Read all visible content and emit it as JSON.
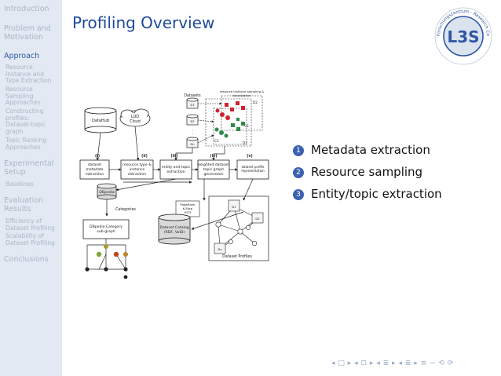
{
  "sidebar": {
    "items": [
      {
        "label": "Introduction"
      },
      {
        "label": "Problem and"
      },
      {
        "label": "Motivation"
      },
      {
        "label": "Approach"
      },
      {
        "label": "Resource"
      },
      {
        "label": "Instance and"
      },
      {
        "label": "Type Extraction"
      },
      {
        "label": "Resource"
      },
      {
        "label": "Sampling"
      },
      {
        "label": "Approaches"
      },
      {
        "label": "Constructing"
      },
      {
        "label": "profiles:"
      },
      {
        "label": "Dataset-topic"
      },
      {
        "label": "graph"
      },
      {
        "label": "Topic Ranking"
      },
      {
        "label": "Approaches"
      },
      {
        "label": "Experimental"
      },
      {
        "label": "Setup"
      },
      {
        "label": "Baselines"
      },
      {
        "label": "Evaluation"
      },
      {
        "label": "Results"
      },
      {
        "label": "Efficiency of"
      },
      {
        "label": "Dataset Profiling"
      },
      {
        "label": "Scalability of"
      },
      {
        "label": "Dataset Profiling"
      },
      {
        "label": "Conclusions"
      }
    ]
  },
  "slide": {
    "title": "Profiling Overview",
    "logo": {
      "main": "L3S",
      "ring_text": "Forschungszentrum · Research Center"
    },
    "list": [
      {
        "num": "1",
        "text": "Metadata extraction"
      },
      {
        "num": "2",
        "text": "Resource sampling"
      },
      {
        "num": "3",
        "text": "Entity/topic extraction"
      }
    ]
  },
  "diagram": {
    "datahub": "DataHub",
    "lod_cloud": [
      "LOD",
      "Cloud"
    ],
    "datasets": "Datasets",
    "sampling_title": [
      "resource instance sampling &",
      "tokenization"
    ],
    "d1": "D1",
    "d2": "D2",
    "dn": "Dn",
    "c1": "C1",
    "c2": "C2",
    "steps": [
      "(i)",
      "(ii)",
      "(iii)",
      "(iv)",
      "(v)"
    ],
    "box1": [
      "dataset",
      "metadata",
      "extraction"
    ],
    "box2": [
      "resource type &",
      "instance",
      "extraction"
    ],
    "box3": [
      "entity and topic",
      "extraction"
    ],
    "box4": [
      "weighted dataset-",
      "topic graph",
      "generation"
    ],
    "box5": [
      "dataset profile",
      "representation"
    ],
    "dbpedia": "DBpedia",
    "categories": "Categories",
    "subgraph": [
      "DBpedia Category",
      "sub-graph"
    ],
    "ranking": [
      "PageRank",
      "K-Step",
      "HITS"
    ],
    "catalog": [
      "Dataset Catalog",
      "(RDF, VoID)"
    ],
    "profiles": "Dataset Profiles"
  },
  "nav": "◂ □ ▸ ◂ ⊡ ▸ ◂ ≣ ▸ ◂ ≣ ▸ ≡ ∽ ⟲ ⟳",
  "colors": {
    "accent": "#1f4a9a",
    "sidebar_bg": "#e2e9f2",
    "sidebar_text": "#a9b7c8"
  }
}
